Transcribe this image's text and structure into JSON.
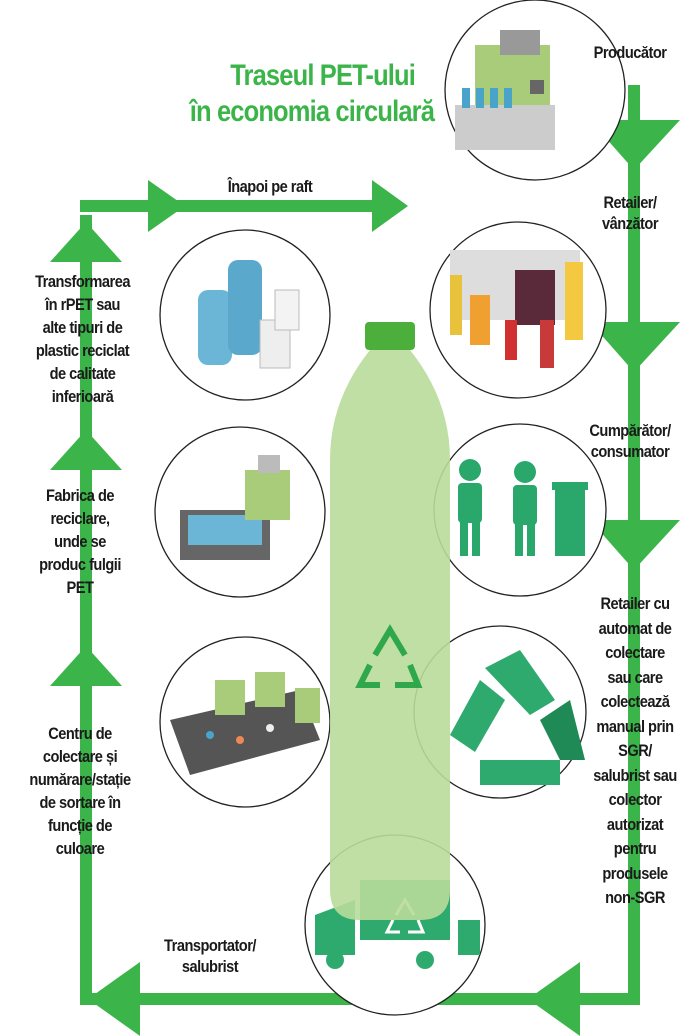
{
  "title": {
    "line1": "Traseul PET-ului",
    "line2": "în economia circulară"
  },
  "colors": {
    "accent": "#3bb54a",
    "text": "#1a1a1a",
    "bottle": "#b9dc9a",
    "cap": "#4caf3c"
  },
  "steps": {
    "producer": "Producător",
    "retailer": [
      "Retailer/",
      "vânzător"
    ],
    "consumer": [
      "Cumpărător/",
      "consumator"
    ],
    "collection": [
      "Retailer cu",
      "automat de",
      "colectare",
      "sau care",
      "colectează",
      "manual prin",
      "SGR/",
      "salubrist sau",
      "colector",
      "autorizat",
      "pentru",
      "produsele",
      "non-SGR"
    ],
    "transport": [
      "Transportator/",
      "salubrist"
    ],
    "sorting": [
      "Centru de",
      "colectare și",
      "numărare/stație",
      "de sortare în",
      "funcție de",
      "culoare"
    ],
    "factory": [
      "Fabrica de",
      "reciclare,",
      "unde se",
      "produc fulgii",
      "PET"
    ],
    "transform": [
      "Transformarea",
      "în rPET sau",
      "alte tipuri de",
      "plastic reciclat",
      "de calitate",
      "inferioară"
    ],
    "back": "Înapoi pe raft"
  },
  "icons": [
    "factory-machine-icon",
    "grocery-products-icon",
    "consumer-recycling-icon",
    "recycle-bottles-icon",
    "garbage-truck-icon",
    "sorting-machine-icon",
    "recycling-plant-icon",
    "recycled-bottles-icon",
    "recycle-symbol-icon"
  ]
}
